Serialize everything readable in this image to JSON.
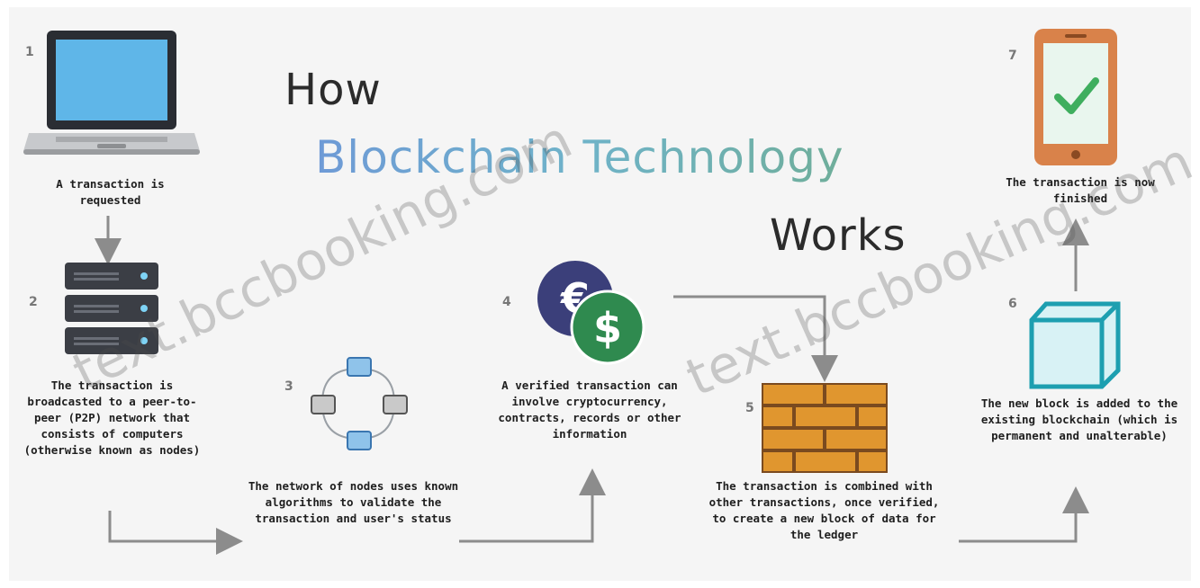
{
  "title": {
    "line1": "How",
    "line2": "Blockchain Technology",
    "line3": "Works"
  },
  "steps": [
    {
      "number": "1",
      "text": "A transaction is requested",
      "icon": "laptop-icon"
    },
    {
      "number": "2",
      "text": "The transaction is broadcasted to a peer-to-peer (P2P) network that consists of computers (otherwise known as nodes)",
      "icon": "server-icon"
    },
    {
      "number": "3",
      "text": "The network of nodes uses known algorithms to validate the transaction and user's status",
      "icon": "network-nodes-icon"
    },
    {
      "number": "4",
      "text": "A verified transaction can involve cryptocurrency, contracts, records or other information",
      "icon": "currency-icon"
    },
    {
      "number": "5",
      "text": "The transaction is combined with other transactions, once verified, to create a new block of data for the ledger",
      "icon": "brick-wall-icon"
    },
    {
      "number": "6",
      "text": "The new block is added to the existing blockchain (which is permanent and unalterable)",
      "icon": "cube-icon"
    },
    {
      "number": "7",
      "text": "The transaction is now finished",
      "icon": "phone-check-icon"
    }
  ],
  "watermarks": [
    "text.bccbooking.com",
    "text.bccbooking.com"
  ],
  "colors": {
    "accent_blue": "#6e9ad6",
    "accent_teal": "#6fae9a",
    "euro_coin": "#3b3f7a",
    "dollar_coin": "#2f8a4f",
    "brick": "#e0962f",
    "cube": "#3bb3c4",
    "phone": "#d9824a",
    "arrow": "#8c8c8c"
  }
}
